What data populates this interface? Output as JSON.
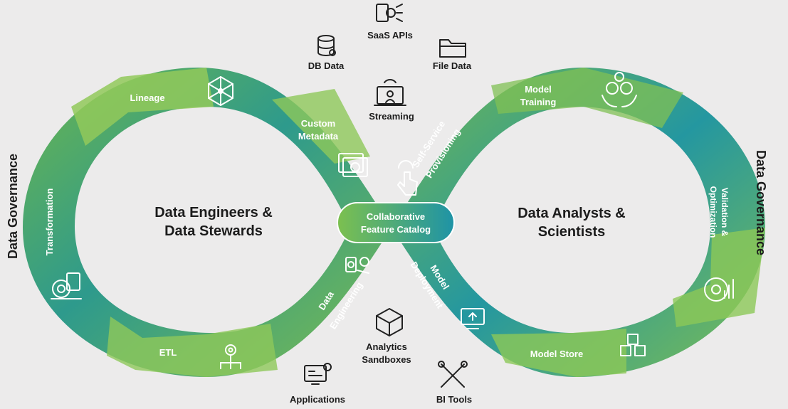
{
  "left_loop": {
    "line1": "Data Engineers &",
    "line2": "Data Stewards"
  },
  "right_loop": {
    "line1": "Data Analysts &",
    "line2": "Scientists"
  },
  "center": {
    "line1": "Collaborative",
    "line2": "Feature Catalog"
  },
  "governance": {
    "left": "Data Governance",
    "right": "Data Governance"
  },
  "stages": {
    "lineage": "Lineage",
    "custom_metadata": [
      "Custom",
      "Metadata"
    ],
    "transformation": "Transformation",
    "etl": "ETL",
    "data_engineering": [
      "Data",
      "Engineering"
    ],
    "self_service": [
      "Self-Service",
      "Provisioning"
    ],
    "model_training": [
      "Model",
      "Training"
    ],
    "validation": [
      "Validation &",
      "Optimization"
    ],
    "model_store": "Model Store",
    "model_deployment": [
      "Model",
      "Deployment"
    ]
  },
  "sources": {
    "saas_apis": "SaaS APIs",
    "db_data": "DB Data",
    "file_data": "File Data",
    "streaming": "Streaming",
    "analytics_sandboxes": [
      "Analytics",
      "Sandboxes"
    ],
    "applications": "Applications",
    "bi_tools": "BI Tools"
  },
  "colors": {
    "teal": "#1f94a0",
    "green": "#6fb64d",
    "light_green": "#9ccc5e",
    "background": "#ecebeb"
  }
}
